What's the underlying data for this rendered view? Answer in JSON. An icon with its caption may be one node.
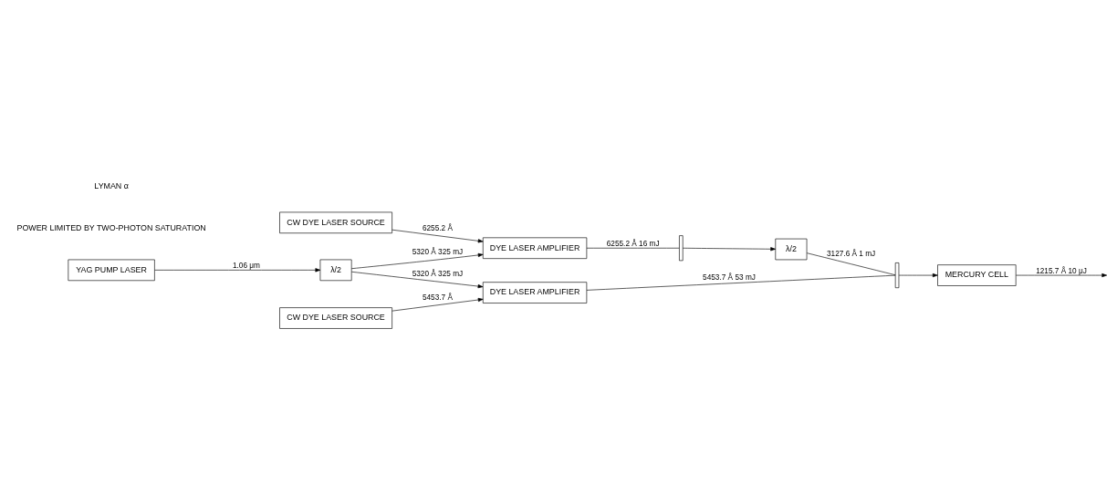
{
  "diagram": {
    "nodes": [
      {
        "text": [
          "CW DYE LASER SOURCE"
        ]
      },
      {
        "text": [
          "DYE LASER AMPLIFIER"
        ]
      },
      {
        "text": [],
        "shape": "bar"
      },
      {
        "text": [
          "YAG PUMP LASER"
        ]
      },
      {
        "text": [
          "λ/2"
        ]
      },
      {
        "text": [
          "λ/2"
        ]
      },
      {
        "text": [
          "CW DYE LASER SOURCE"
        ]
      },
      {
        "text": [
          "DYE LASER AMPLIFIER"
        ]
      },
      {
        "text": [],
        "shape": "bar"
      },
      {
        "text": [
          "MERCURY CELL"
        ]
      }
    ],
    "edges": [
      {
        "from": 0,
        "to": 1,
        "arrow": "to",
        "label": "6255.2 Å"
      },
      {
        "from": 4,
        "to": 1,
        "arrow": "to",
        "label": "5320 Å 325 mJ"
      },
      {
        "from": 1,
        "to": 2,
        "arrow": "none",
        "label": "6255.2 Å 16 mJ"
      },
      {
        "from": 2,
        "to": 5,
        "arrow": "to"
      },
      {
        "from": 3,
        "to": 4,
        "arrow": "to",
        "label": "1.06 μm"
      },
      {
        "from": 4,
        "to": 7,
        "arrow": "to",
        "label": "5320 Å 325 mJ"
      },
      {
        "from": 6,
        "to": 7,
        "arrow": "to",
        "label": "5453.7 Å"
      },
      {
        "from": 5,
        "to": 8,
        "arrow": "none",
        "label": "3127.6 Å 1 mJ"
      },
      {
        "from": 7,
        "to": 8,
        "arrow": "none",
        "label": "5453.7 Å 53 mJ"
      },
      {
        "from": 8,
        "to": 9,
        "arrow": "to"
      },
      {
        "from": 9,
        "to": null,
        "arrow": "to",
        "label": "1215.7 Å 10 μJ"
      }
    ],
    "labels": [
      "POWER LIMITED BY TWO-PHOTON SATURATION",
      "LYMAN α"
    ]
  }
}
